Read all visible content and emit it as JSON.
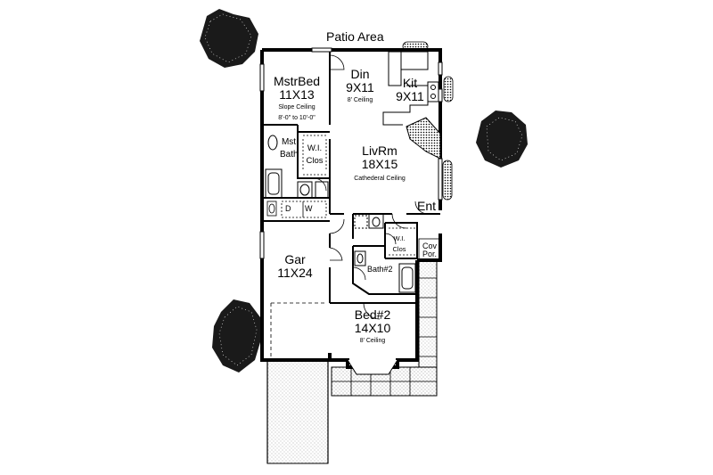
{
  "patio": "Patio Area",
  "rooms": {
    "mstrbed": {
      "name": "MstrBed",
      "size": "11X13",
      "note1": "Slope Ceiling",
      "note2": "8'-0\" to 10'-0\""
    },
    "din": {
      "name": "Din",
      "size": "9X11",
      "note": "8' Ceiling"
    },
    "kit": {
      "name": "Kit",
      "size": "9X11"
    },
    "livrm": {
      "name": "LivRm",
      "size": "18X15",
      "note": "Cathederal Ceiling"
    },
    "mstbath": {
      "l1": "Mst",
      "l2": "Bath"
    },
    "wiclos1": {
      "l1": "W.I.",
      "l2": "Clos"
    },
    "ent": {
      "name": "Ent"
    },
    "gar": {
      "name": "Gar",
      "size": "11X24"
    },
    "wiclos2": {
      "l1": "W.I.",
      "l2": "Clos"
    },
    "bath2": {
      "name": "Bath#2"
    },
    "covpor": {
      "l1": "Cov",
      "l2": "Por."
    },
    "bed2": {
      "name": "Bed#2",
      "size": "14X10",
      "note": "8' Ceiling"
    },
    "laundry": {
      "d": "D",
      "w": "W"
    }
  }
}
